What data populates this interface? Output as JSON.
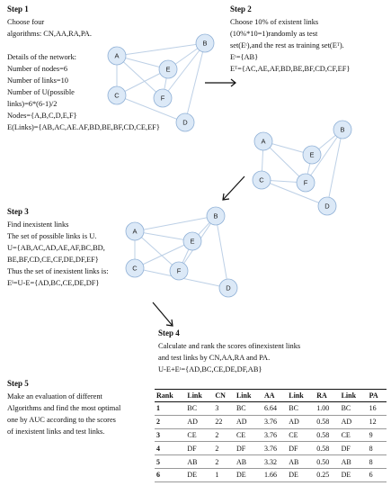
{
  "step1": {
    "title": "Step 1",
    "lines": [
      "Choose four",
      "algorithms: CN,AA,RA,PA.",
      "",
      "Details of the network:",
      "Number of nodes=6",
      "Number of links=10",
      "Number of U(possible",
      "links)=6*(6-1)/2",
      "Nodes={A,B,C,D,E,F}",
      "E(Links)={AB,AC,AE.AF,BD,BE,BF,CD,CE,EF}"
    ]
  },
  "step2": {
    "title": "Step 2",
    "lines": [
      "Choose 10% of existent links",
      "(10%*10=1)randomly as test",
      "set(Eᵗ),and the rest as training set(Eᵀ).",
      "Eᵗ={AB}",
      "Eᵀ={AC,AE,AF,BD,BE,BF,CD,CF,EF}"
    ]
  },
  "step3": {
    "title": "Step 3",
    "lines": [
      "Find inexistent links",
      "The set of possible links is U.",
      "U={AB,AC,AD,AE,AF,BC,BD,",
      "BE,BF,CD,CE,CF,DE,DF,EF}",
      "Thus the set of inexistent links is:",
      "Eᴵ=U-E={AD,BC,CE,DE,DF}"
    ]
  },
  "step4": {
    "title": "Step 4",
    "lines": [
      "Calculate and rank the scores ofinexistent links",
      "and test links by CN,AA,RA and PA.",
      "U-E+Eᵗ={AD,BC,CE,DE,DF,AB}"
    ]
  },
  "step5": {
    "title": "Step 5",
    "lines": [
      "Make an evaluation of different",
      "Algorithms and find the most optimal",
      "one by AUC according to the scores",
      "of inexistent links and test links."
    ]
  },
  "graph_nodes": [
    "A",
    "B",
    "C",
    "D",
    "E",
    "F"
  ],
  "table": {
    "headers": [
      "Rank",
      "Link",
      "CN",
      "Link",
      "AA",
      "Link",
      "RA",
      "Link",
      "PA"
    ],
    "rows": [
      [
        "1",
        "BC",
        "3",
        "BC",
        "6.64",
        "BC",
        "1.00",
        "BC",
        "16"
      ],
      [
        "2",
        "AD",
        "22",
        "AD",
        "3.76",
        "AD",
        "0.58",
        "AD",
        "12"
      ],
      [
        "3",
        "CE",
        "2",
        "CE",
        "3.76",
        "CE",
        "0.58",
        "CE",
        "9"
      ],
      [
        "4",
        "DF",
        "2",
        "DF",
        "3.76",
        "DF",
        "0.58",
        "DF",
        "8"
      ],
      [
        "5",
        "AB",
        "2",
        "AB",
        "3.32",
        "AB",
        "0.50",
        "AB",
        "8"
      ],
      [
        "6",
        "DE",
        "1",
        "DE",
        "1.66",
        "DE",
        "0.25",
        "DE",
        "6"
      ]
    ]
  },
  "colors": {
    "node_fill": "#dce9f7",
    "node_stroke": "#8fb0d6",
    "edge": "#bdd0e6"
  }
}
